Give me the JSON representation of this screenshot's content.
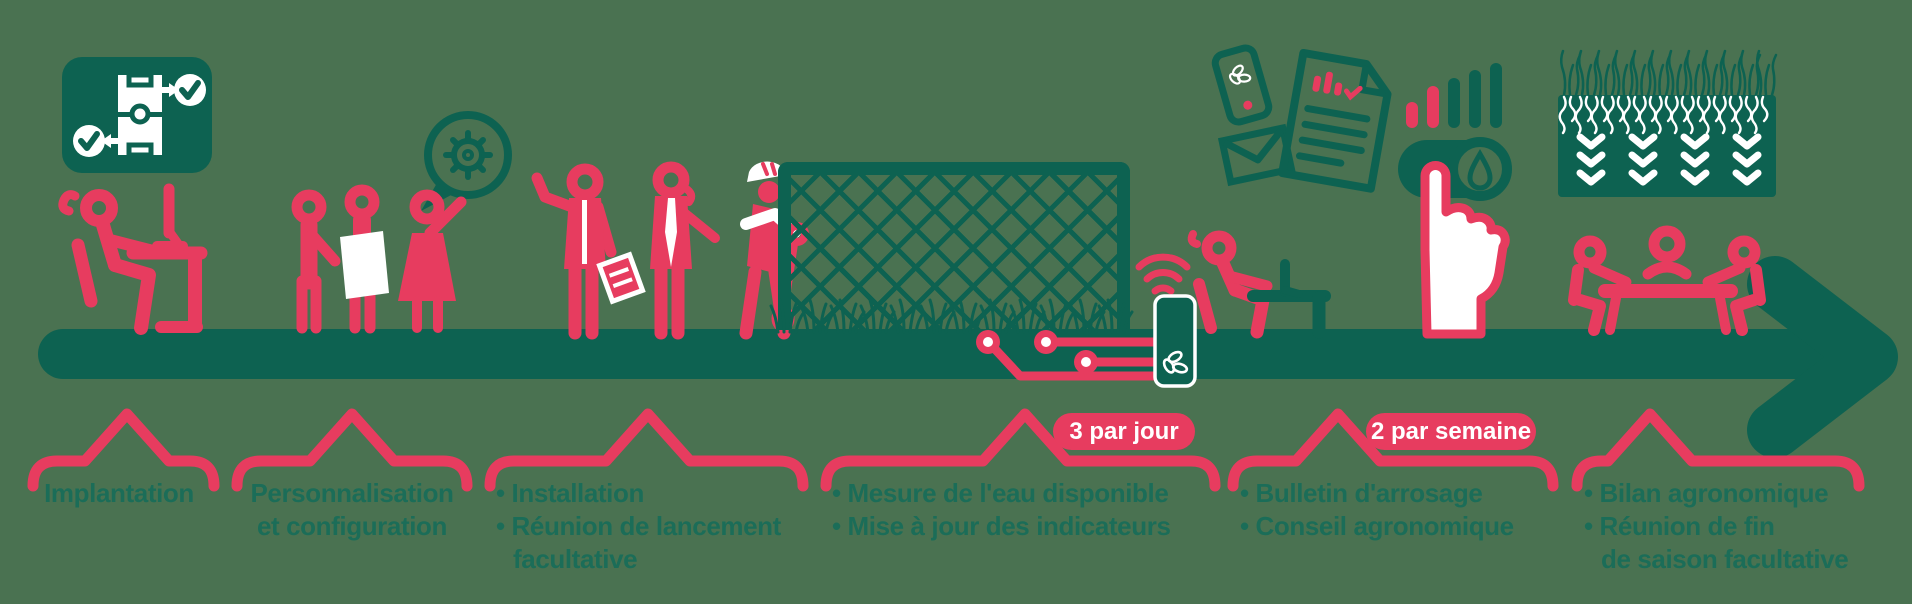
{
  "colors": {
    "background": "#4a7251",
    "teal": "#0d6251",
    "pink": "#e73c5f",
    "label_text": "#1b6d58",
    "badge_text": "#ffffff"
  },
  "timeline": {
    "shape": "horizontal-arrow-right"
  },
  "steps": [
    {
      "id": "implantation",
      "icons": [
        "site-plan-validation-icon",
        "onboarding-person-desk-icon"
      ],
      "lines": [
        "Implantation"
      ]
    },
    {
      "id": "personnalisation",
      "icons": [
        "configuration-team-icon",
        "gear-speech-bubble-icon"
      ],
      "lines": [
        "Personnalisation",
        "et configuration"
      ]
    },
    {
      "id": "installation",
      "icons": [
        "installation-workers-icon"
      ],
      "lines": [
        "• Installation",
        "• Réunion de lancement",
        "facultative"
      ]
    },
    {
      "id": "mesure",
      "icons": [
        "field-net-illustration",
        "wifi-icon",
        "circuit-traces-icon",
        "sensor-device-icon",
        "leaf-logo-icon"
      ],
      "badge": "3 par jour",
      "lines": [
        "• Mesure de l'eau disponible",
        "• Mise à jour des indicateurs"
      ]
    },
    {
      "id": "bulletin",
      "icons": [
        "advisor-person-desk-icon",
        "phone-icon",
        "envelope-icon",
        "report-document-icon"
      ],
      "badge": "2 par semaine",
      "lines": [
        "• Bulletin d'arrosage",
        "• Conseil agronomique"
      ]
    },
    {
      "id": "bilan",
      "icons": [
        "signal-bars-icon",
        "water-toggle-icon",
        "pointing-hand-icon",
        "soil-roots-block-icon",
        "infiltration-arrows-icon",
        "season-review-meeting-icon"
      ],
      "lines": [
        "• Bilan agronomique",
        "• Réunion de fin",
        "de saison facultative"
      ]
    }
  ]
}
